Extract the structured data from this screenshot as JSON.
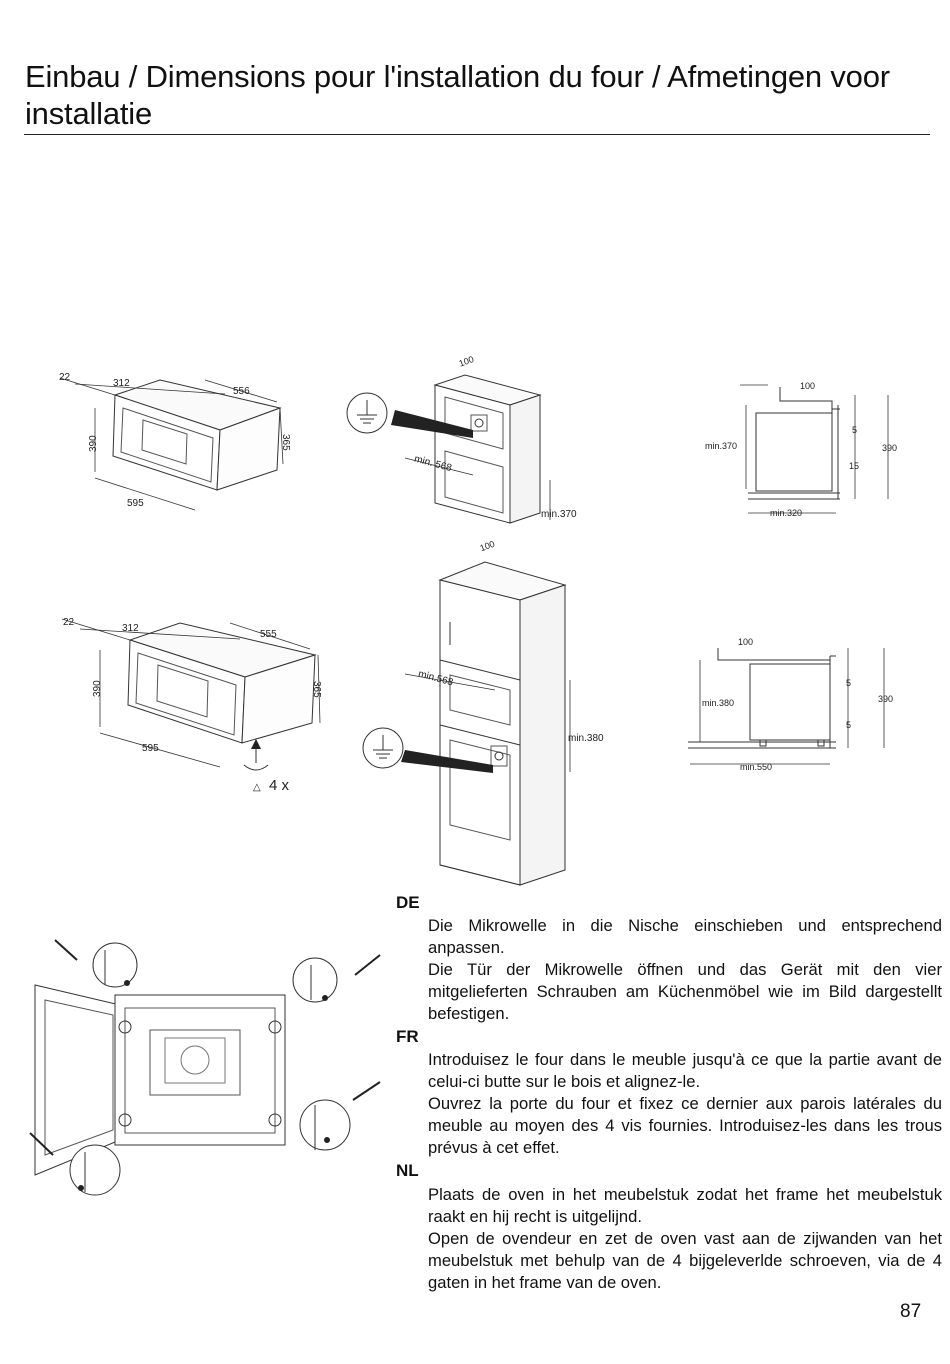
{
  "header": {
    "title": "Einbau  / Dimensions pour l'installation du four / Afmetingen voor installatie"
  },
  "fig1": {
    "d22": "22",
    "d312": "312",
    "d556": "556",
    "d390": "390",
    "d365": "365",
    "d595": "595"
  },
  "fig2": {
    "d100": "100",
    "dmin568": "min. 568",
    "dmin370": "min.370"
  },
  "fig3": {
    "d100": "100",
    "dmin370": "min.370",
    "d5": "5",
    "d15": "15",
    "d390": "390",
    "dmin320": "min.320"
  },
  "fig4": {
    "d22": "22",
    "d312": "312",
    "d555": "555",
    "d390": "390",
    "d365": "365",
    "d595": "595",
    "screws": "4 x"
  },
  "fig5": {
    "d100": "100",
    "dmin568": "min.568",
    "dmin380": "min.380"
  },
  "fig6": {
    "d100": "100",
    "dmin380": "min.380",
    "d5a": "5",
    "d5b": "5",
    "d390": "390",
    "dmin550": "min.550"
  },
  "instructions": {
    "de": {
      "code": "DE",
      "p1": "Die Mikrowelle in die Nische einschieben und entsprechend anpassen.",
      "p2": "Die Tür der Mikrowelle öffnen und das Gerät mit den vier mitgelieferten Schrauben am Küchenmöbel wie im Bild dargestellt befestigen."
    },
    "fr": {
      "code": "FR",
      "p1": "Introduisez le four dans le meuble jusqu'à ce que la partie avant de celui-ci butte sur le bois et alignez-le.",
      "p2": "Ouvrez la porte du four et fixez ce dernier aux parois latérales du meuble au moyen des 4 vis fournies. Introduisez-les dans les trous prévus à cet effet."
    },
    "nl": {
      "code": "NL",
      "p1": "Plaats de oven in het meubelstuk zodat het frame het meubelstuk raakt en hij recht is uitgelijnd.",
      "p2": "Open de ovendeur en zet de oven vast aan de zijwanden van het meubelstuk met behulp van de 4 bijgeleverlde schroeven, via de 4 gaten in het frame van de oven."
    }
  },
  "footer": {
    "page_number": "87"
  }
}
